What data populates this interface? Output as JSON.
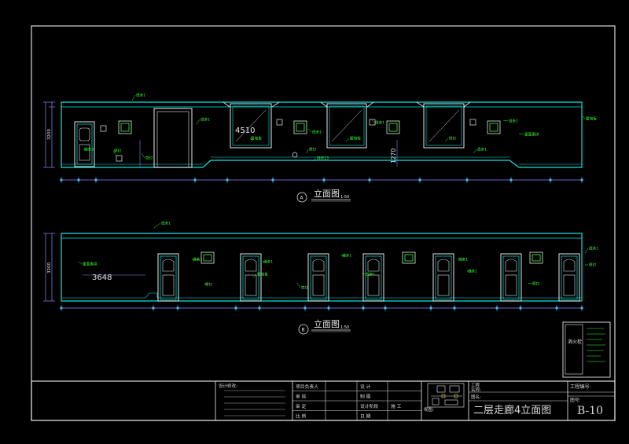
{
  "colors": {
    "background": "#000000",
    "frame": "#d8d8d8",
    "wall_outline": "#00e5e5",
    "doors": "#e8e8e8",
    "annotations": "#33ff33",
    "dimensions": "#8888ff",
    "accent_yellow": "#e6e64d",
    "axis_dots": "#33ccff"
  },
  "elevation_a": {
    "title": "立面图",
    "scale": "1:50",
    "marker": "A",
    "dim_4510": "4510",
    "dim_1270": "1270",
    "dim_3200": "3200",
    "labels": [
      "线条1",
      "暖墙板",
      "线条1",
      "线条3",
      "壁灯",
      "筒灯",
      "线条13",
      "线条1",
      "暖墙板",
      "线条1",
      "筒灯",
      "线条1",
      "暖墙板",
      "线条1",
      "壁灯",
      "暖面素拼"
    ]
  },
  "elevation_b": {
    "title": "立面图",
    "scale": "1:50",
    "marker": "B",
    "dim_3648": "3648",
    "dim_3200": "3200",
    "labels": [
      "线条1",
      "暖面素拼",
      "线条1",
      "线条1",
      "暖墙板",
      "线条1",
      "筒灯",
      "壁灯",
      "线条1",
      "线条1",
      "壁灯",
      "线条1",
      "壁灯",
      "线条1"
    ]
  },
  "legend": {
    "label": "消火栓"
  },
  "title_block": {
    "design_notes": "设计修改:",
    "rows": [
      [
        "项目负责人",
        "设 计",
        ""
      ],
      [
        "审 核",
        "制 图",
        ""
      ],
      [
        "审 定",
        "设计阶段",
        "施 工"
      ],
      [
        "比 例",
        "日 期",
        ""
      ]
    ],
    "keyplan_label": "视图:",
    "project_label": "工程",
    "project_name_label": "名称:",
    "drawing_name_label": "图名:",
    "drawing_name": "二层走廊4立面图",
    "project_no_label": "工程编号:",
    "drawing_no_label": "图号:",
    "drawing_no": "B-10"
  }
}
